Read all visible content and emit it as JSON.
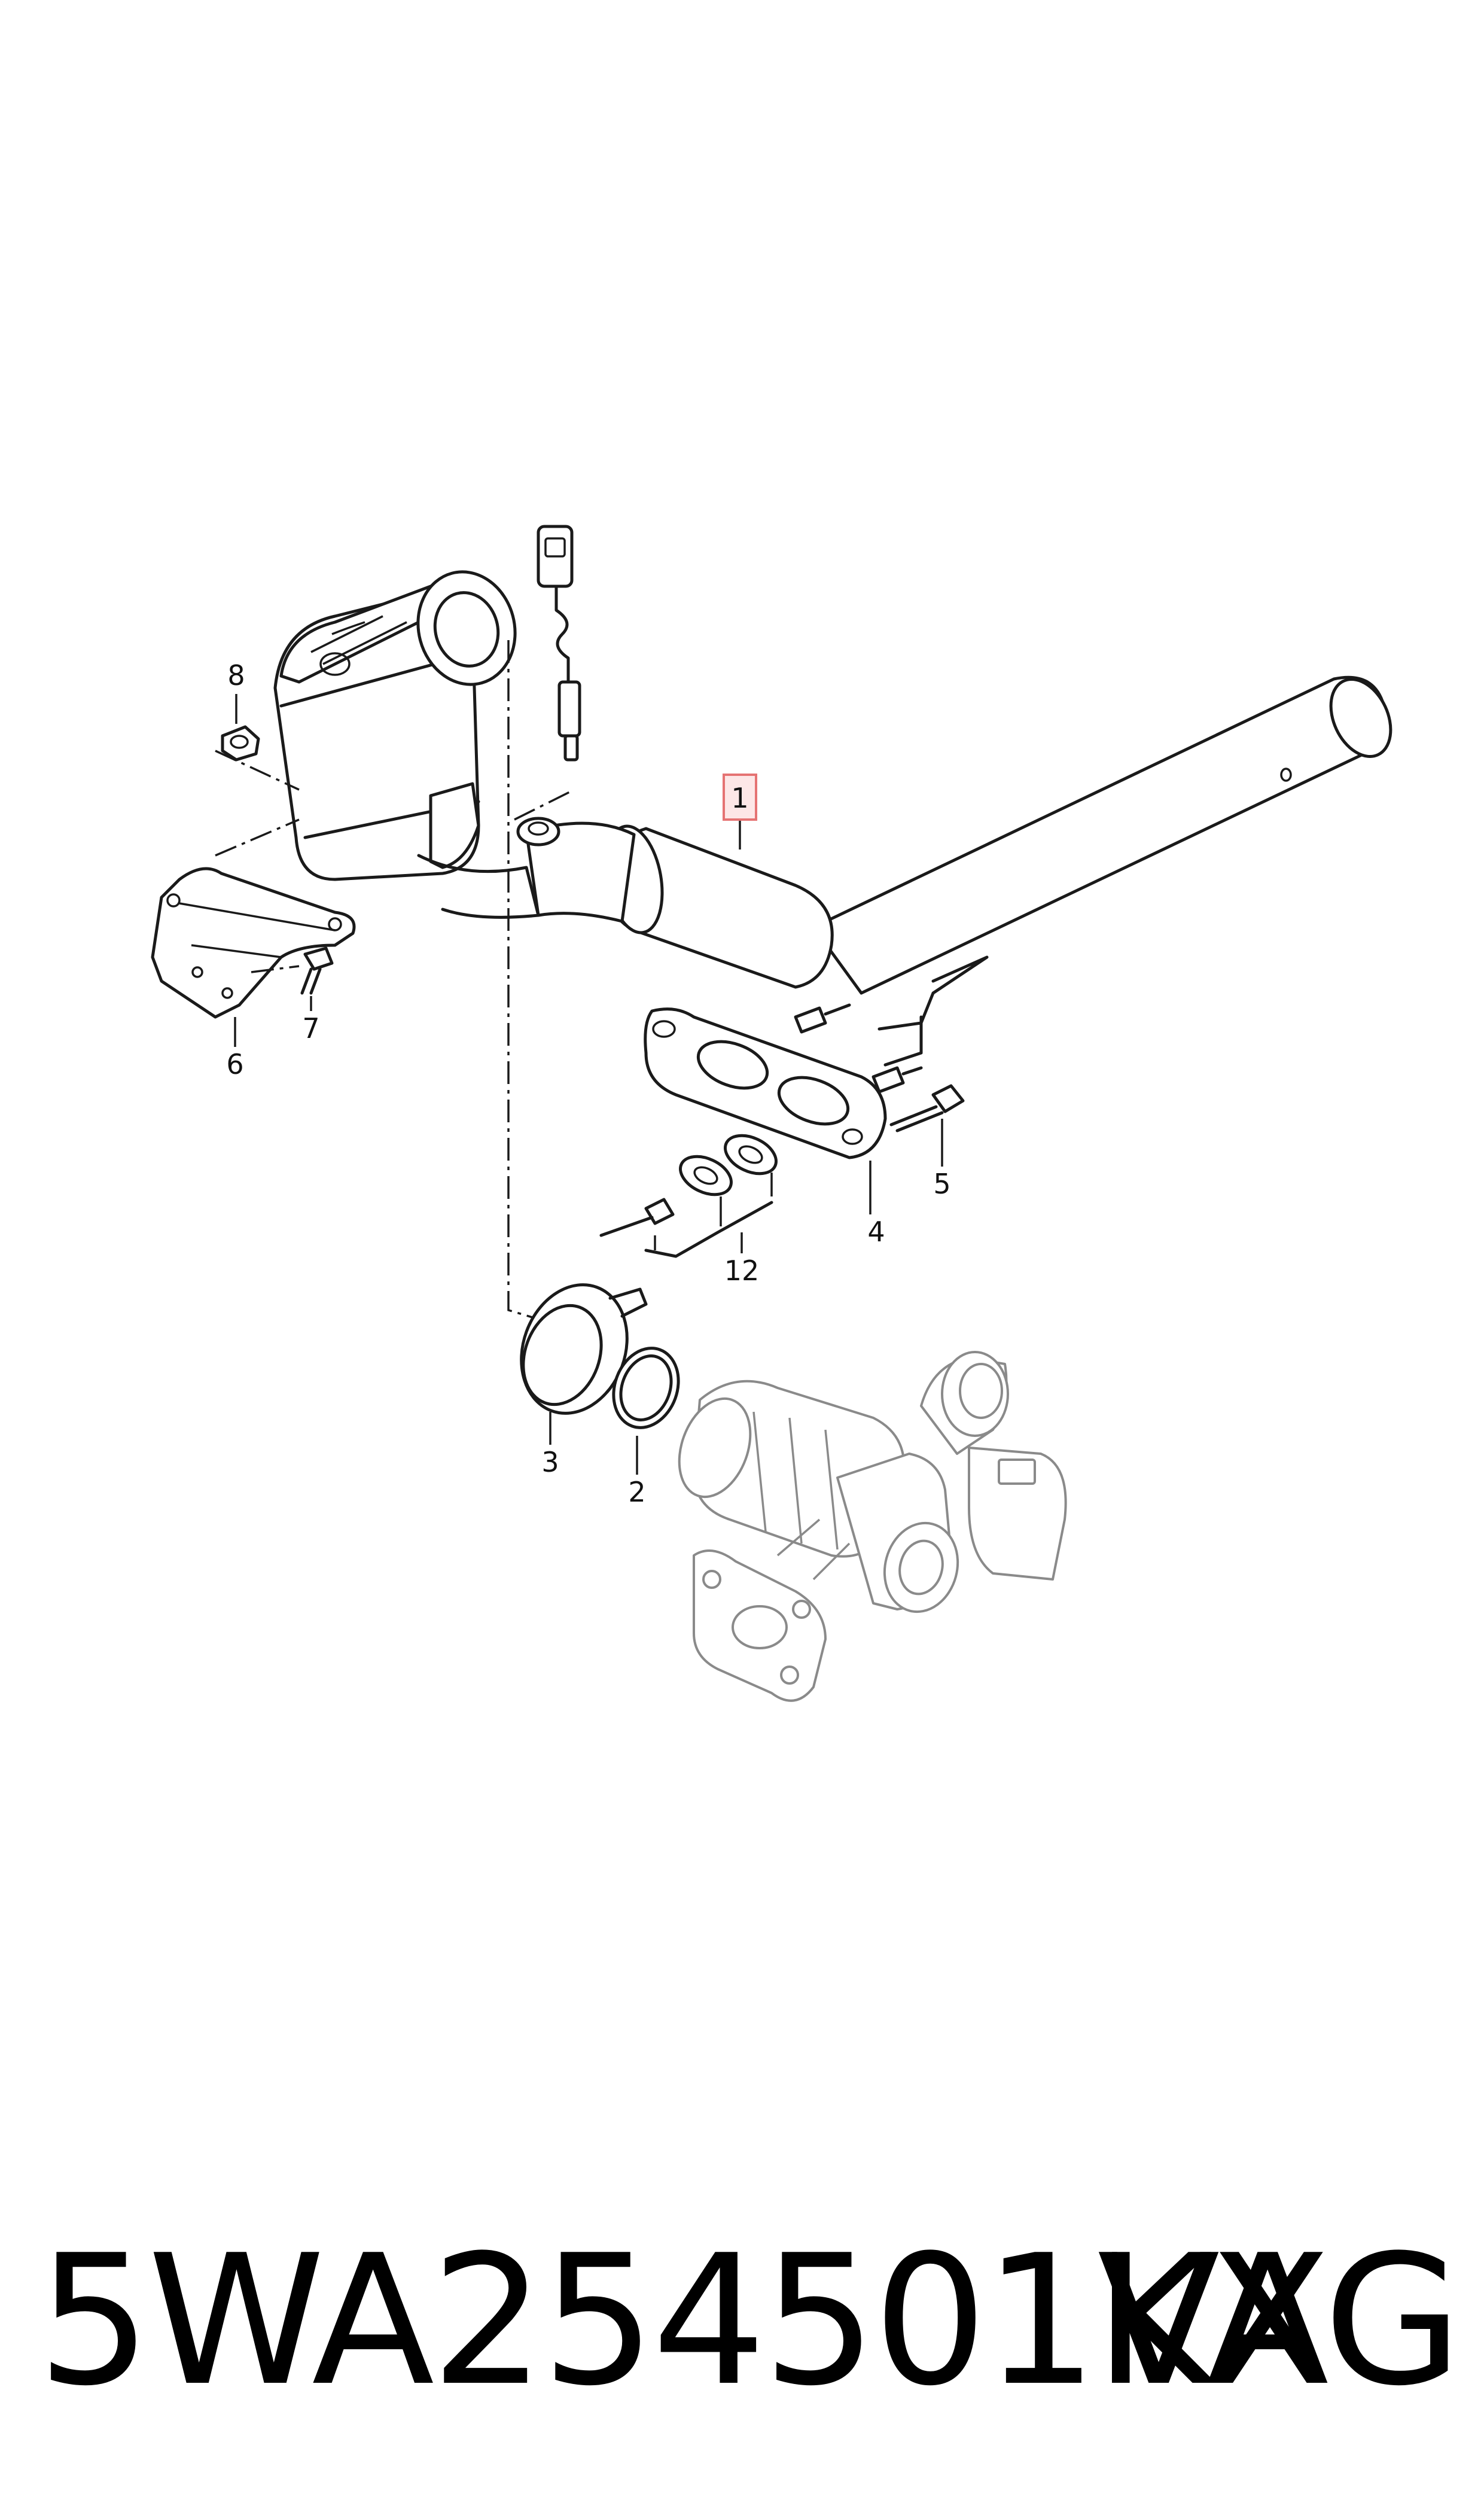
{
  "callouts": {
    "c1": "1",
    "c2": "2",
    "c3": "3",
    "c4": "4",
    "c5": "5",
    "c6": "6",
    "c7": "7",
    "c8": "8",
    "c12": "12"
  },
  "footer": {
    "part_number": "5WA254501KX",
    "brand": "VAG"
  },
  "colors": {
    "line": "#1a1a1a",
    "ghost": "#8a8a8a",
    "highlight": "#e57373"
  }
}
